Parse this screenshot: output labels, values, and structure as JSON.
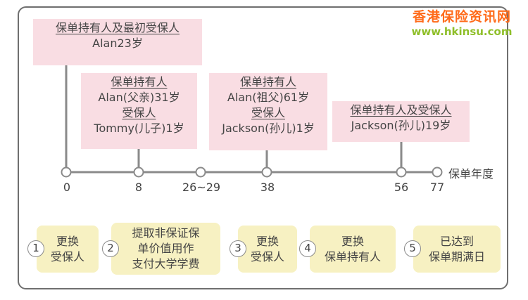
{
  "watermark": {
    "name": "香港保险资讯网",
    "url": "www.hkinsu.com"
  },
  "milestones": [
    {
      "year": "0",
      "lines": [
        {
          "text": "保单持有人及最初受保人",
          "underline": true
        },
        {
          "text": "Alan23岁",
          "underline": false
        }
      ]
    },
    {
      "year": "8",
      "lines": [
        {
          "text": "保单持有人",
          "underline": true
        },
        {
          "text": "Alan(父亲)31岁",
          "underline": false
        },
        {
          "text": "受保人",
          "underline": true
        },
        {
          "text": "Tommy(儿子)1岁",
          "underline": false
        }
      ]
    },
    {
      "year": "38",
      "lines": [
        {
          "text": "保单持有人",
          "underline": true
        },
        {
          "text": "Alan(祖父)61岁",
          "underline": false
        },
        {
          "text": "受保人",
          "underline": true
        },
        {
          "text": "Jackson(孙儿)1岁",
          "underline": false
        }
      ]
    },
    {
      "year": "56",
      "lines": [
        {
          "text": "保单持有人及受保人",
          "underline": true
        },
        {
          "text": "Jackson(孙儿)19岁",
          "underline": false
        }
      ]
    }
  ],
  "timeline": {
    "axis_label": "保单年度",
    "ticks": [
      "0",
      "8",
      "26~29",
      "38",
      "56",
      "77"
    ]
  },
  "events": [
    {
      "num": "1",
      "label": [
        "更换",
        "受保人"
      ]
    },
    {
      "num": "2",
      "label": [
        "提取非保证保",
        "单价值用作",
        "支付大学学费"
      ]
    },
    {
      "num": "3",
      "label": [
        "更换",
        "受保人"
      ]
    },
    {
      "num": "4",
      "label": [
        "更换",
        "保单持有人"
      ]
    },
    {
      "num": "5",
      "label": [
        "已达到",
        "保单期满日"
      ]
    }
  ],
  "colors": {
    "milestone_fill": "#f9dde3",
    "event_fill": "#f7f1c2",
    "line": "#8a8a8a",
    "watermark_cn": "#ff6b1a",
    "watermark_url": "#8fbf2a"
  }
}
